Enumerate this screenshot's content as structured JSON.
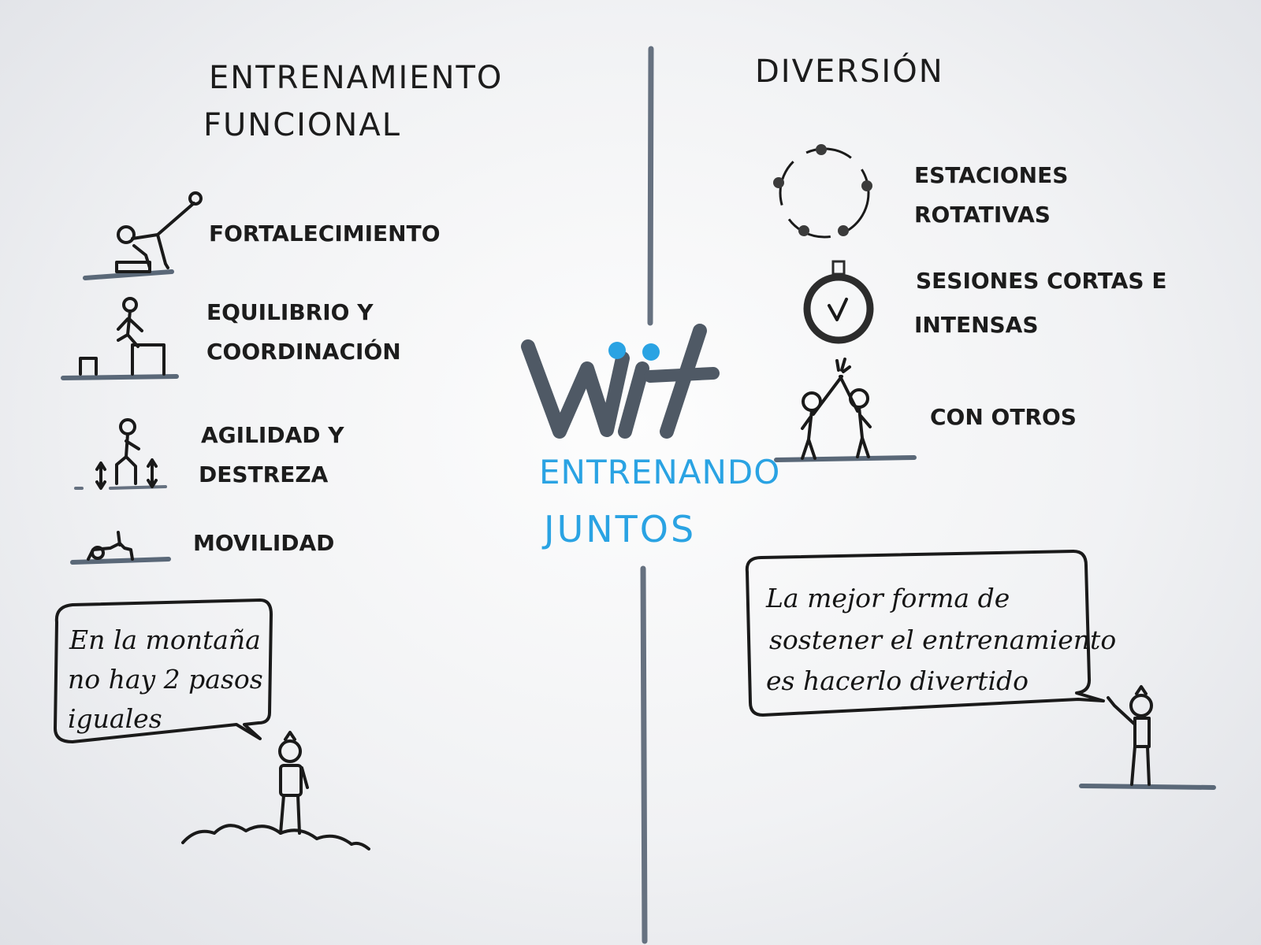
{
  "left": {
    "title_line1": "ENTRENAMIENTO",
    "title_line2": "FUNCIONAL",
    "items": [
      {
        "label_line1": "FORTALECIMIENTO",
        "label_line2": ""
      },
      {
        "label_line1": "EQUILIBRIO y",
        "label_line2": "COORDINACIÓN"
      },
      {
        "label_line1": "AGILIDAD y",
        "label_line2": "DESTREZA"
      },
      {
        "label_line1": "MOVILIDAD",
        "label_line2": ""
      }
    ],
    "quote_lines": [
      "En la montaña",
      "no hay 2 pasos",
      "iguales"
    ]
  },
  "right": {
    "title": "DIVERSIÓN",
    "items": [
      {
        "label_line1": "ESTACIONES",
        "label_line2": "ROTATIVAS"
      },
      {
        "label_line1": "SESIONES CORTAS e",
        "label_line2": "INTENSAS"
      },
      {
        "label_line1": "CON OTROS",
        "label_line2": ""
      }
    ],
    "quote_lines": [
      "La mejor forma de",
      "sostener el entrenamiento",
      "es hacerlo divertido"
    ]
  },
  "center": {
    "logo": "wit",
    "tagline_line1": "ENTRENANDO",
    "tagline_line2": "JUNTOS"
  },
  "colors": {
    "ink": "#1a1a1a",
    "accent_blue": "#2aa3e3",
    "divider_grey": "#667180"
  }
}
